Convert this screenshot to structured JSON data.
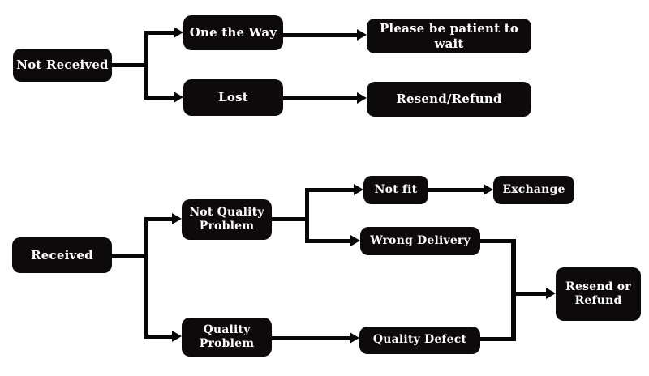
{
  "diagram": {
    "type": "flowchart",
    "background_color": "#ffffff",
    "node_fill_color": "#0d0a0b",
    "node_text_color": "#fdfdfd",
    "connector_color": "#070707",
    "flows": {
      "not_received": {
        "root": "Not Received",
        "branch_on_the_way": "One the Way",
        "branch_lost": "Lost",
        "outcome_wait": "Please be patient to wait",
        "outcome_resend_refund": "Resend/Refund"
      },
      "received": {
        "root": "Received",
        "branch_not_quality_problem": "Not Quality Problem",
        "branch_quality_problem": "Quality Problem",
        "case_not_fit": "Not fit",
        "outcome_exchange": "Exchange",
        "case_wrong_delivery": "Wrong Delivery",
        "case_quality_defect": "Quality Defect",
        "outcome_resend_or_refund": "Resend or Refund"
      }
    },
    "edges": [
      "Not Received -> One the Way",
      "Not Received -> Lost",
      "One the Way -> Please be patient to wait",
      "Lost -> Resend/Refund",
      "Received -> Not Quality Problem",
      "Received -> Quality Problem",
      "Not Quality Problem -> Not fit",
      "Not Quality Problem -> Wrong Delivery",
      "Not fit -> Exchange",
      "Wrong Delivery -> Resend or Refund",
      "Quality Problem -> Quality Defect",
      "Quality Defect -> Resend or Refund"
    ]
  }
}
